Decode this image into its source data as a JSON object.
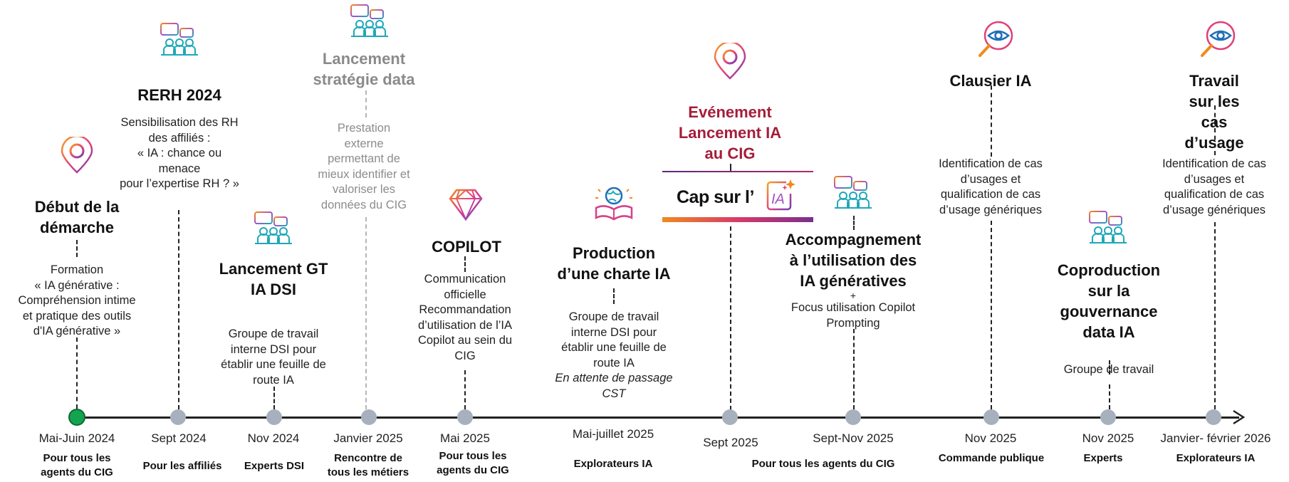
{
  "colors": {
    "accent_red": "#a51d3a",
    "grey_text": "#8a8a8a",
    "milestone_dot": "#a7b1bd",
    "start_dot": "#14a34f",
    "line": "#222222"
  },
  "milestones": [
    {
      "date": "Mai-Juin 2024",
      "audience": [
        "Pour tous les",
        "agents du CIG"
      ],
      "title": [
        "Début de la",
        "démarche"
      ],
      "desc": [
        "Formation",
        "« IA générative  :",
        "Compréhension  intime",
        "et pratique des outils",
        "d'IA générative  »"
      ],
      "icon": "location-pin-icon"
    },
    {
      "date": "Sept 2024",
      "audience": [
        "Pour les affiliés"
      ],
      "title": [
        "RERH 2024"
      ],
      "desc": [
        "Sensibilisation  des RH",
        "des affiliés :",
        "« IA : chance ou",
        "menace",
        "pour l’expertise RH ? »"
      ],
      "icon": "team-meeting-icon"
    },
    {
      "date": "Nov 2024",
      "audience": [
        "Experts DSI"
      ],
      "title": [
        "Lancement  GT",
        "IA DSI"
      ],
      "desc": [
        "Groupe de travail",
        "interne DSI pour",
        "établir une feuille de",
        "route IA"
      ],
      "icon": "team-meeting-icon"
    },
    {
      "date": "Janvier 2025",
      "audience": [
        "Rencontre de",
        "tous les métiers"
      ],
      "title": [
        "Lancement",
        "stratégie data"
      ],
      "desc": [
        "Prestation",
        "externe",
        "permettant  de",
        "mieux identifier et",
        "valoriser les",
        "données du CIG"
      ],
      "icon": "team-meeting-icon"
    },
    {
      "date": "Mai 2025",
      "audience": [
        "Pour tous les",
        "agents du CIG"
      ],
      "title": [
        "COPILOT"
      ],
      "desc": [
        "Communication",
        "officielle",
        "Recommandation",
        "d’utilisation de l’IA",
        "Copilot au sein du",
        "CIG"
      ],
      "icon": "diamond-icon"
    },
    {
      "date": "Mai-juillet 2025",
      "audience": [
        "Explorateurs IA"
      ],
      "title": [
        "Production",
        "d’une charte IA"
      ],
      "desc": [
        "Groupe de travail",
        "interne DSI pour",
        "établir une feuille de",
        "route IA"
      ],
      "desc_italic": [
        "En attente de passage",
        "CST"
      ],
      "icon": "book-globe-icon"
    },
    {
      "date": "Sept 2025",
      "audience": [],
      "title": [
        "Evénement",
        "Lancement  IA",
        "au CIG"
      ],
      "desc": [],
      "icon": "location-pin-icon",
      "banner": {
        "text": "Cap sur l’",
        "logo": "IA"
      }
    },
    {
      "date": "Sept-Nov 2025",
      "audience": [
        "Pour tous les agents du CIG"
      ],
      "title": [
        "Accompagnement",
        "à l’utilisation  des",
        "IA génératives"
      ],
      "desc": [
        "+",
        "Focus utilisation  Copilot",
        "Prompting"
      ],
      "icon": "team-meeting-icon"
    },
    {
      "date": "Nov  2025",
      "audience": [
        "Commande publique"
      ],
      "title": [
        "Clausier IA"
      ],
      "desc": [
        "Identification de cas",
        "d’usages et",
        "qualification de cas",
        "d’usage génériques"
      ],
      "icon": "magnifier-eye-icon"
    },
    {
      "date": "Nov 2025",
      "audience": [
        "Experts"
      ],
      "title": [
        "Coproduction",
        "sur la",
        "gouvernance",
        "data IA"
      ],
      "desc": [
        "Groupe  de travail"
      ],
      "icon": "team-meeting-icon"
    },
    {
      "date": "Janvier- février 2026",
      "audience": [
        "Explorateurs IA"
      ],
      "title": [
        "Travail sur les",
        "cas d’usage"
      ],
      "desc": [
        "Identification de cas",
        "d’usages et",
        "qualification de cas",
        "d’usage génériques"
      ],
      "icon": "magnifier-eye-icon"
    }
  ]
}
